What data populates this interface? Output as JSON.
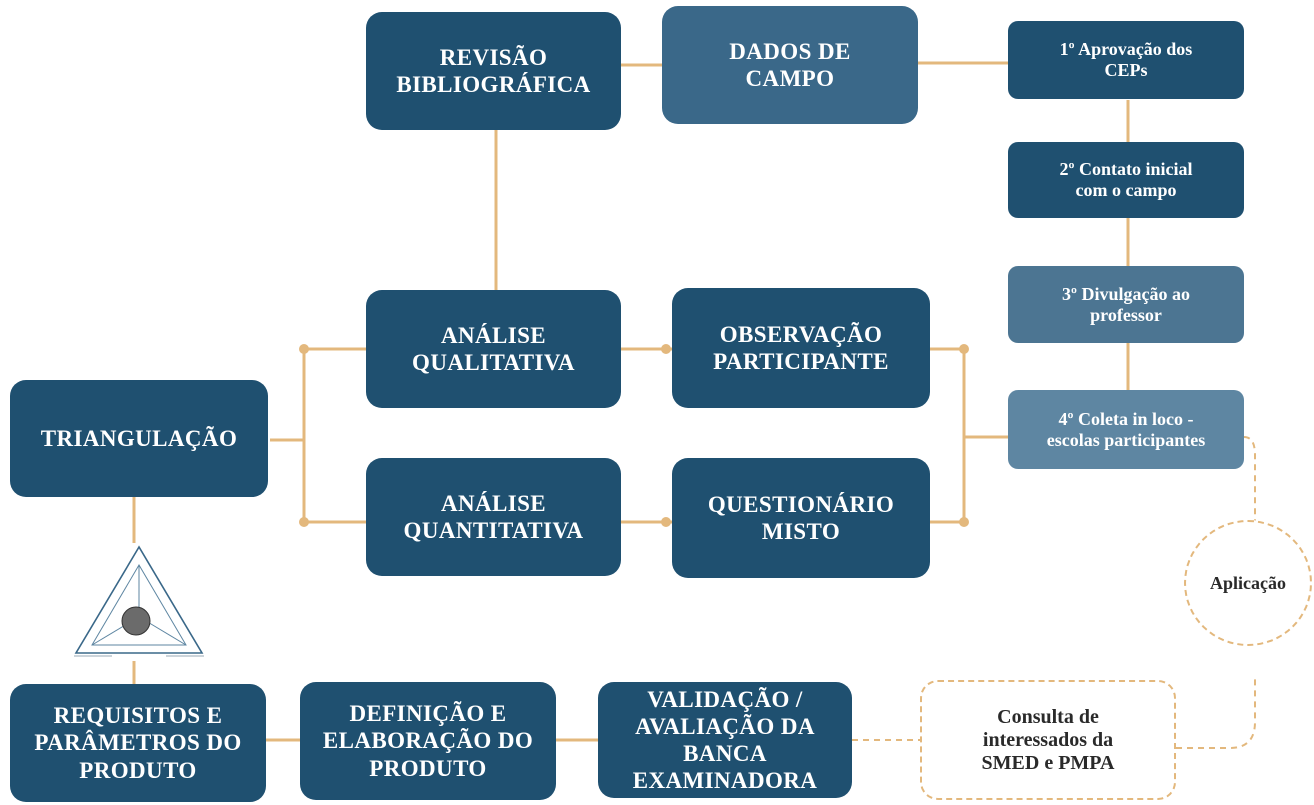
{
  "nodes": {
    "revisao": "REVISÃO\nBIBLIOGRÁFICA",
    "dados": "DADOS DE\nCAMPO",
    "analise_qual": "ANÁLISE\nQUALITATIVA",
    "observacao": "OBSERVAÇÃO\nPARTICIPANTE",
    "triangulacao": "TRIANGULAÇÃO",
    "analise_quant": "ANÁLISE\nQUANTITATIVA",
    "questionario": "QUESTIONÁRIO\nMISTO",
    "requisitos": "REQUISITOS E\nPARÂMETROS DO\nPRODUTO",
    "definicao": "DEFINIÇÃO E\nELABORAÇÃO DO\nPRODUTO",
    "validacao": "VALIDAÇÃO /\nAVALIAÇÃO DA\nBANCA\nEXAMINADORA"
  },
  "steps": {
    "step1": "1º Aprovação dos\nCEPs",
    "step2": "2º Contato inicial\ncom o campo",
    "step3": "3º Divulgação ao\nprofessor",
    "step4": "4º Coleta in loco -\nescolas participantes"
  },
  "aplicacao": "Aplicação",
  "consulta": "Consulta de\ninteressados da\nSMED e PMPA",
  "colors": {
    "box_dark": "#1f5070",
    "box_mid": "#3a6889",
    "box_light": "#4c7592",
    "box_lightest": "#5e86a2",
    "connector": "#e3b87d",
    "icon_gray": "#6b6b6b"
  }
}
